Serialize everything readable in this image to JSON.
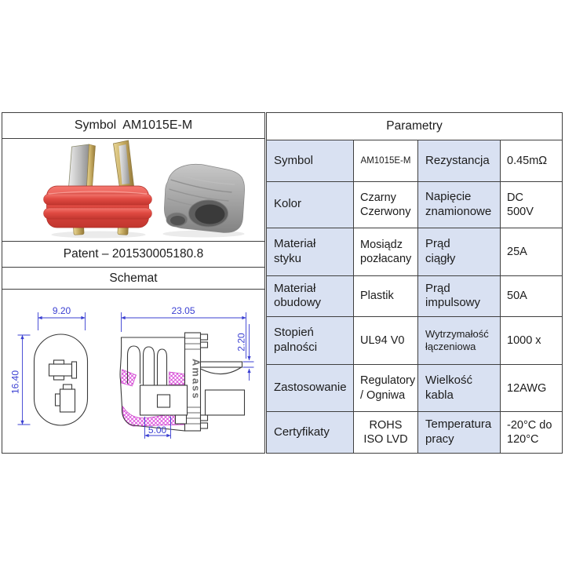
{
  "left_panel": {
    "symbol_header": "Symbol  AM1015E-M",
    "patent": "Patent – 201530005180.8",
    "schemat_header": "Schemat",
    "schematic": {
      "front_width_mm": "9.20",
      "front_height_mm": "16.40",
      "side_length_mm": "23.05",
      "blade_thickness_mm": "2.20",
      "pin_width_mm": "5.00",
      "brand": "Amass"
    }
  },
  "table": {
    "title": "Parametry",
    "rows": [
      [
        "Symbol",
        "AM1015E-M",
        "Rezystancja",
        "0.45mΩ"
      ],
      [
        "Kolor",
        "Czarny Czerwony",
        "Napięcie znamionowe",
        "DC 500V"
      ],
      [
        "Materiał styku",
        "Mosiądz pozłacany",
        "Prąd ciągły",
        "25A"
      ],
      [
        "Materiał obudowy",
        "Plastik",
        "Prąd impulsowy",
        "50A"
      ],
      [
        "Stopień palności",
        "UL94 V0",
        "Wytrzymałość łączeniowa",
        "1000 x"
      ],
      [
        "Zastosowanie",
        "Regulatory / Ogniwa",
        "Wielkość kabla",
        "12AWG"
      ],
      [
        "Certyfikaty",
        "ROHS ISO LVD",
        "Temperatura pracy",
        "-20°C do 120°C"
      ]
    ]
  },
  "colors": {
    "cell_shade": "#d9e1f2",
    "table_border": "#3f3f3f",
    "dimension_blue": "#3a3fd2",
    "hatch_magenta": "#d943d9",
    "connector_red": "#e04a42",
    "cap_gray": "#a3a3a3",
    "brass": "#c4a95f"
  }
}
